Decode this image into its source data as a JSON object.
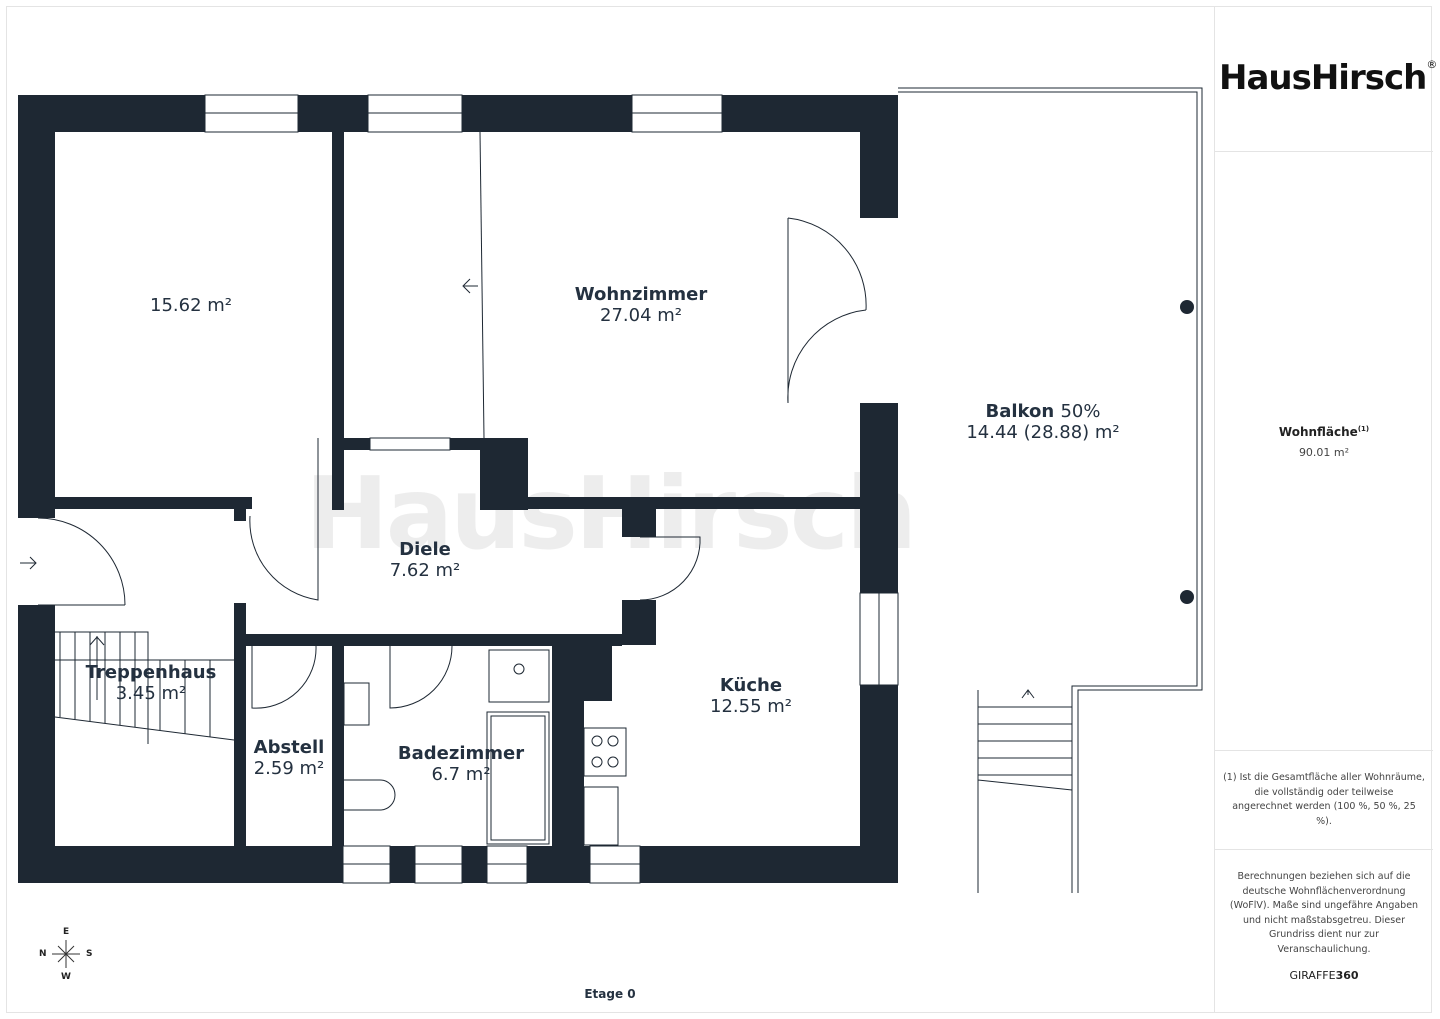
{
  "brand": {
    "name": "HausHirsch",
    "registered": "®"
  },
  "floor_label": "Etage 0",
  "rooms": [
    {
      "name": "",
      "area": "15.62 m²"
    },
    {
      "name": "Wohnzimmer",
      "area": "27.04 m²"
    },
    {
      "name": "Balkon",
      "suffix": "50%",
      "area": "14.44 (28.88) m²"
    },
    {
      "name": "Diele",
      "area": "7.62 m²"
    },
    {
      "name": "Treppenhaus",
      "area": "3.45 m²"
    },
    {
      "name": "Abstell",
      "area": "2.59 m²"
    },
    {
      "name": "Badezimmer",
      "area": "6.7 m²"
    },
    {
      "name": "Küche",
      "area": "12.55 m²"
    }
  ],
  "compass": {
    "n": "N",
    "e": "E",
    "s": "S",
    "w": "W"
  },
  "panel": {
    "total_label": "Wohnfläche",
    "total_footnote": "(1)",
    "total_value": "90.01 m²",
    "footnote": "(1) Ist die Gesamtfläche aller Wohnräume, die vollständig oder teilweise angerechnet werden (100 %, 50 %, 25 %).",
    "disclaimer": "Berechnungen beziehen sich auf die deutsche Wohnflächenverordnung (WoFlV). Maße sind ungefähre Angaben und nicht maßstabsgetreu. Dieser Grundriss dient nur zur Veranschaulichung.",
    "credit_a": "GIRAFFE",
    "credit_b": "360"
  },
  "colors": {
    "wall": "#1e2833",
    "text": "#243140"
  }
}
